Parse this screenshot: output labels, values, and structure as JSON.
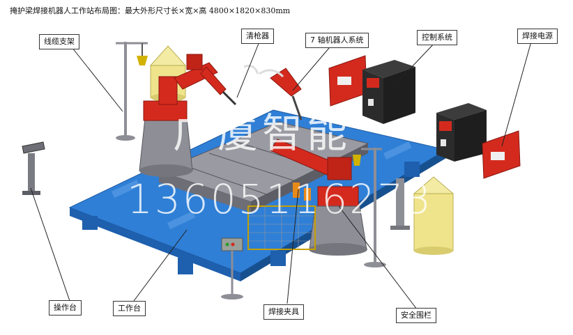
{
  "title": "掩护梁焊接机器人工作站布局图：最大外形尺寸长×宽×高 4800×1820×830mm",
  "labels": {
    "cable_stand": "线缆支架",
    "torch_cleaner": "清枪器",
    "robot_system": "7 轴机器人系统",
    "control_system": "控制系统",
    "welding_power": "焊接电源",
    "operator_desk": "操作台",
    "workbench": "工作台",
    "welding_fixture": "焊接夹具",
    "safety_fence": "安全围栏"
  },
  "watermark": {
    "company": "广厦智能",
    "phone": "13605116273"
  },
  "colors": {
    "platform": "#2f7fd6",
    "robot": "#d42a1e",
    "cabinet": "#2b2b2b",
    "cylinder": "#efe48c",
    "steel": "#8e8e96"
  }
}
